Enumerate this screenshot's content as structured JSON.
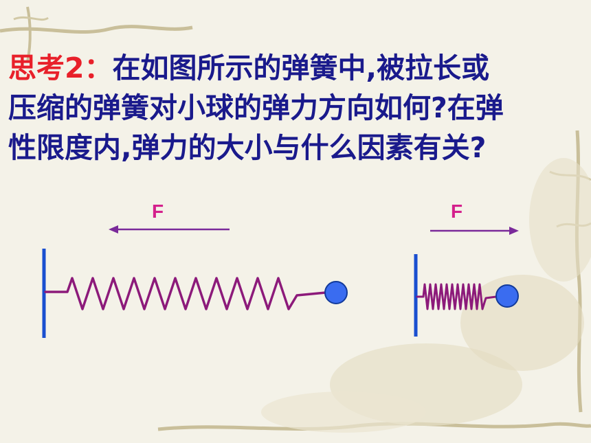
{
  "question": {
    "label": "思考2：",
    "line1": "在如图所示的弹簧中,被拉长或",
    "line2": "压缩的弹簧对小球的弹力方向如何?在弹",
    "line3": "性限度内,弹力的大小与什么因素有关?"
  },
  "figures": {
    "left_force_label": "F",
    "right_force_label": "F"
  },
  "colors": {
    "text": "#1a1a8c",
    "label": "#e8202a",
    "spring": "#8c1a7a",
    "arrow": "#7a2a9a",
    "wall": "#1a4fd0",
    "ball": "#3a6cf0",
    "force_label": "#d4208c"
  }
}
